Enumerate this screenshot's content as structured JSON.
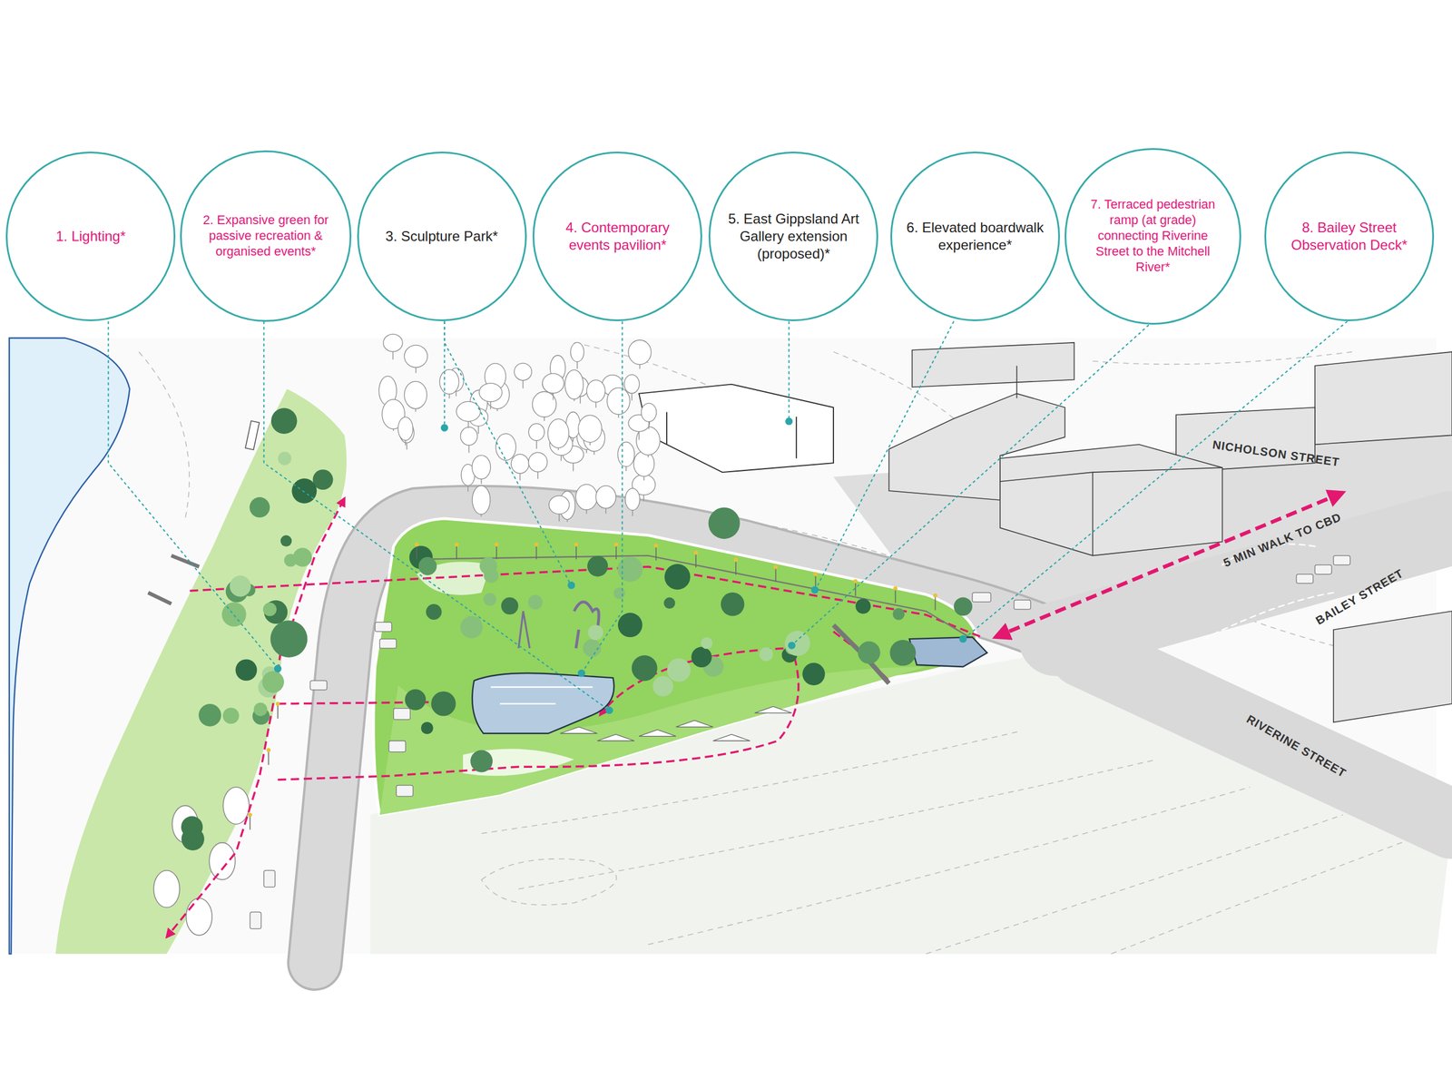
{
  "diagram": {
    "nodes": [
      {
        "text": [
          "1. Lighting*"
        ]
      },
      {
        "text": [
          "2. Expansive green for passive recreation & organised events*"
        ]
      },
      {
        "text": [
          "3. Sculpture Park*"
        ]
      },
      {
        "text": [
          "4. Contemporary events pavilion*"
        ]
      },
      {
        "text": [
          "5. East Gippsland Art Gallery extension (proposed)*"
        ]
      },
      {
        "text": [
          "6. Elevated boardwalk experience*"
        ]
      },
      {
        "text": [
          "7. Terraced pedestrian ramp (at grade) connecting Riverine Street to the Mitchell River*"
        ]
      },
      {
        "text": [
          "8. Bailey Street Observation Deck*"
        ]
      }
    ],
    "labels": [
      "NICHOLSON STREET",
      "5 MIN WALK TO CBD",
      "BAILEY STREET",
      "RIVERINE STREET"
    ]
  }
}
